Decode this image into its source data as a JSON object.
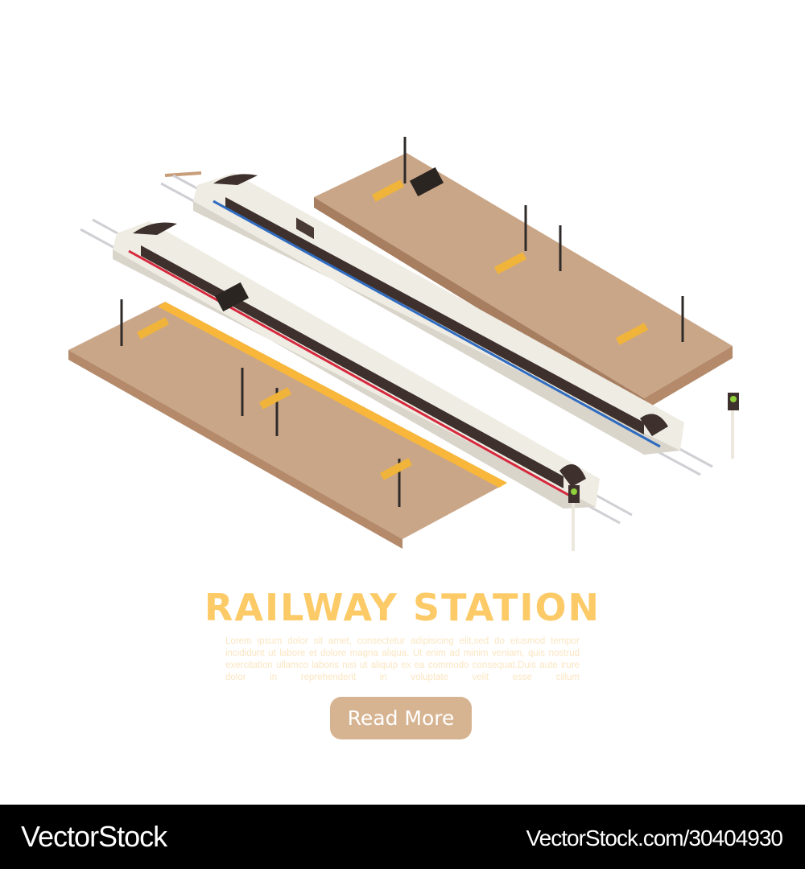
{
  "illustration": {
    "subject": "isometric railway station with two high-speed trains",
    "colors": {
      "platform_top": "#caa688",
      "platform_side": "#b48a6b",
      "train_body": "#efece4",
      "window": "#3e302c",
      "stripe_front_train": "#d6283d",
      "stripe_back_train": "#2f6cc0",
      "platform_edge": "#f8b73a",
      "bench": "#f0b43a",
      "signal_light": "#8fd13a",
      "rail_sleeper": "#c89d7a"
    }
  },
  "hero": {
    "title": "RAILWAY STATION",
    "body": "Lorem ipsum dolor sit amet, consectetur adipisicing elit,sed do eiusmod tempor incididunt ut labore et dolore magna aliqua. Ut enim ad minim veniam, quis nostrud exercitation ullamco laboris nisi ut aliquip ex ea commodo consequat.Duis aute irure dolor in reprehenderit in voluptate velit esse cillum",
    "button_label": "Read More",
    "title_color": "#fcca66",
    "button_color": "#d7b491"
  },
  "footer": {
    "brand": "VectorStock",
    "reference": "VectorStock.com/30404930"
  }
}
